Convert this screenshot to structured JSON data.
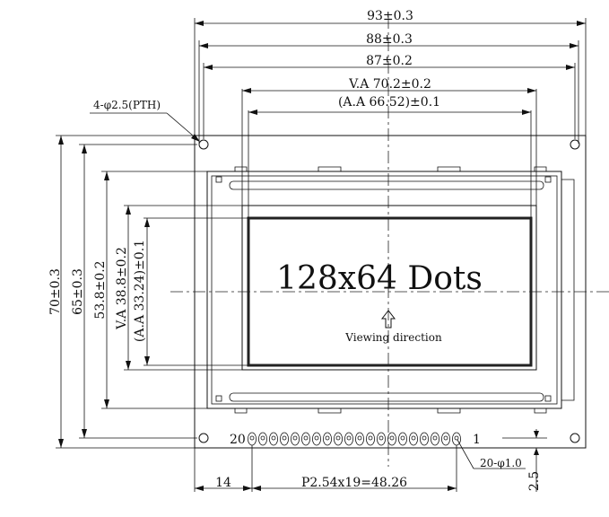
{
  "dimensions": {
    "overall_width": "93±0.3",
    "pcb_width": "88±0.3",
    "hole_pitch_x": "87±0.2",
    "viewing_area_width": "V.A 70.2±0.2",
    "active_area_width": "(A.A 66.52)±0.1",
    "overall_height": "70±0.3",
    "pcb_height": "65±0.3",
    "bezel_height": "53.8±0.2",
    "viewing_area_height": "V.A 38.8±0.2",
    "active_area_height": "(A.A 33.24)±0.1",
    "mount_holes": "4-φ2.5(PTH)",
    "pin_holes": "20-φ1.0",
    "pin_offset": "14",
    "pin_pitch": "P2.54x19=48.26",
    "pin_edge": "2.5"
  },
  "display": {
    "resolution": "128x64 Dots",
    "viewing": "Viewing direction"
  },
  "pins": {
    "first": "1",
    "last": "20",
    "count": 20
  }
}
